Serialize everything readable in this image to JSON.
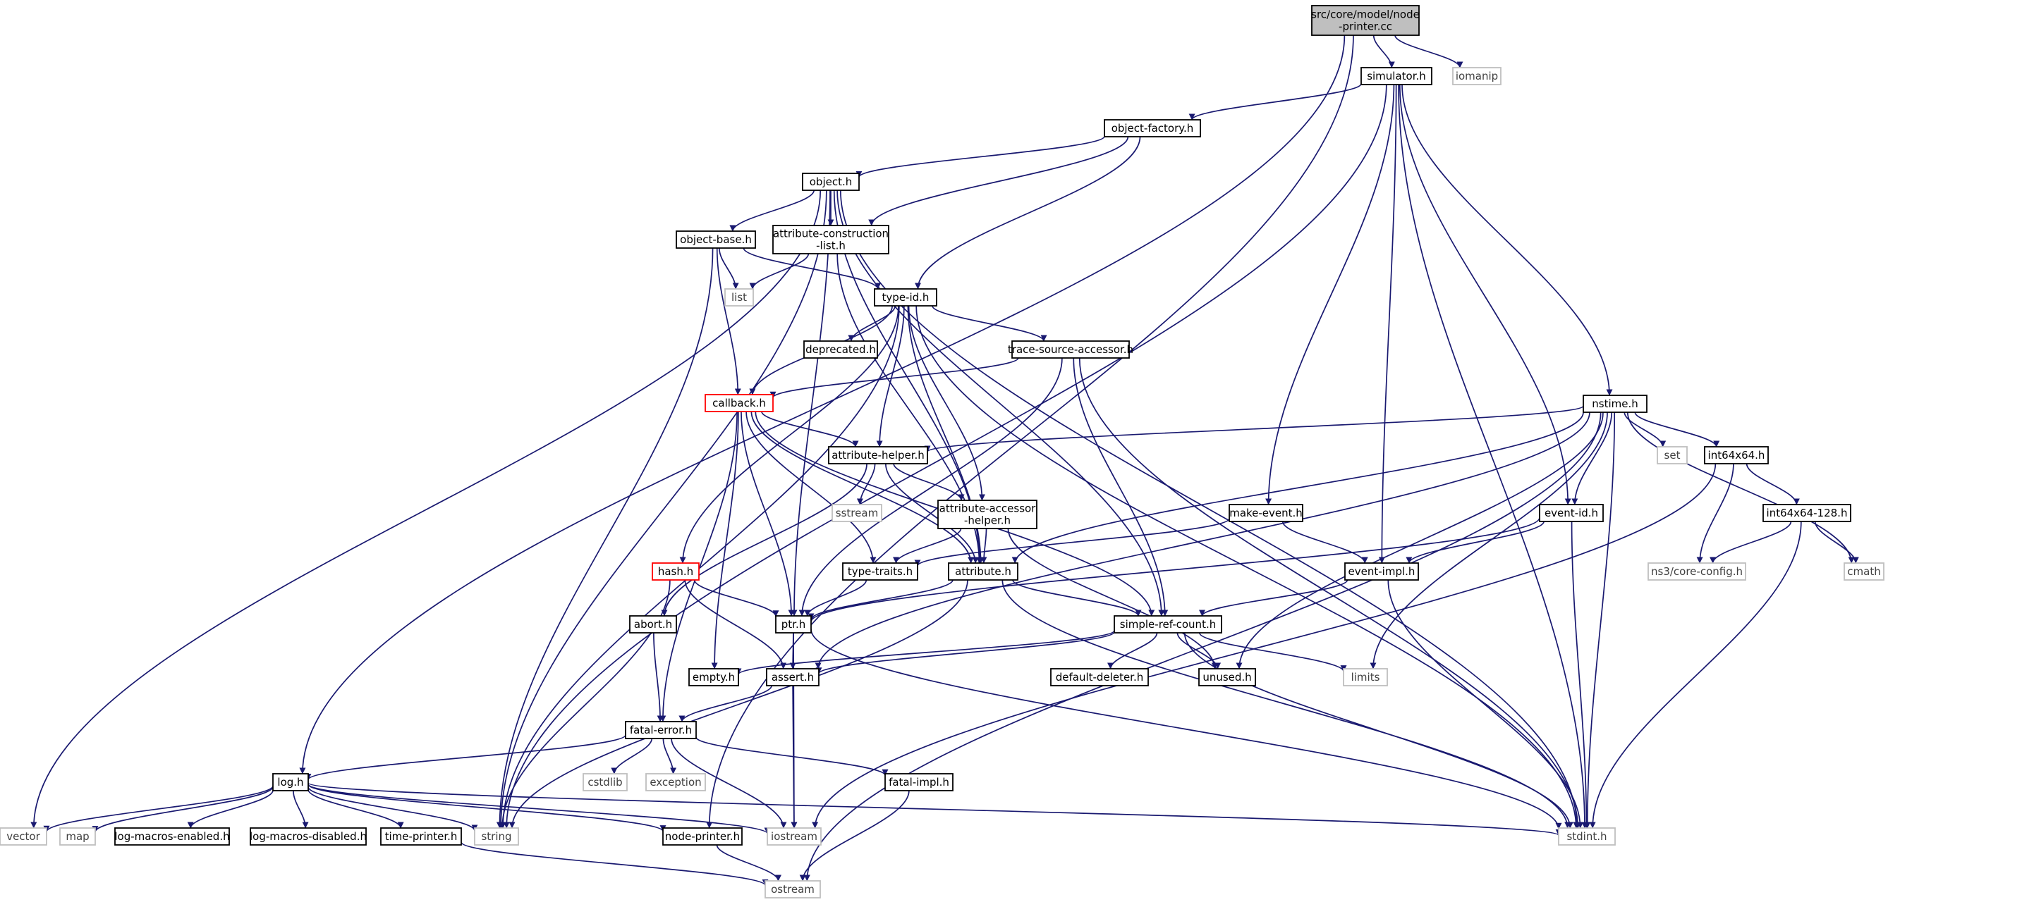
{
  "colors": {
    "edge": "#191970",
    "node_border": "#000000",
    "external_border": "#bfbfbf",
    "root_fill": "#bfbfbf",
    "truncated_border": "#ff0000",
    "external_text": "#404040",
    "text": "#000000"
  },
  "nodes": [
    {
      "id": "root",
      "label": [
        "src/core/model/node",
        "-printer.cc"
      ],
      "kind": "root"
    },
    {
      "id": "simulator",
      "label": [
        "simulator.h"
      ],
      "kind": "normal"
    },
    {
      "id": "iomanip",
      "label": [
        "iomanip"
      ],
      "kind": "external"
    },
    {
      "id": "object-factory",
      "label": [
        "object-factory.h"
      ],
      "kind": "normal"
    },
    {
      "id": "object",
      "label": [
        "object.h"
      ],
      "kind": "normal"
    },
    {
      "id": "object-base",
      "label": [
        "object-base.h"
      ],
      "kind": "normal"
    },
    {
      "id": "attr-construction",
      "label": [
        "attribute-construction",
        "-list.h"
      ],
      "kind": "normal"
    },
    {
      "id": "list",
      "label": [
        "list"
      ],
      "kind": "external"
    },
    {
      "id": "type-id",
      "label": [
        "type-id.h"
      ],
      "kind": "normal"
    },
    {
      "id": "deprecated",
      "label": [
        "deprecated.h"
      ],
      "kind": "normal"
    },
    {
      "id": "trace-source",
      "label": [
        "trace-source-accessor.h"
      ],
      "kind": "normal"
    },
    {
      "id": "callback",
      "label": [
        "callback.h"
      ],
      "kind": "truncated"
    },
    {
      "id": "attribute-helper",
      "label": [
        "attribute-helper.h"
      ],
      "kind": "normal"
    },
    {
      "id": "sstream",
      "label": [
        "sstream"
      ],
      "kind": "external"
    },
    {
      "id": "attr-accessor",
      "label": [
        "attribute-accessor",
        "-helper.h"
      ],
      "kind": "normal"
    },
    {
      "id": "hash",
      "label": [
        "hash.h"
      ],
      "kind": "truncated"
    },
    {
      "id": "type-traits",
      "label": [
        "type-traits.h"
      ],
      "kind": "normal"
    },
    {
      "id": "attribute",
      "label": [
        "attribute.h"
      ],
      "kind": "normal"
    },
    {
      "id": "make-event",
      "label": [
        "make-event.h"
      ],
      "kind": "normal"
    },
    {
      "id": "event-impl",
      "label": [
        "event-impl.h"
      ],
      "kind": "normal"
    },
    {
      "id": "event-id",
      "label": [
        "event-id.h"
      ],
      "kind": "normal"
    },
    {
      "id": "nstime",
      "label": [
        "nstime.h"
      ],
      "kind": "normal"
    },
    {
      "id": "set",
      "label": [
        "set"
      ],
      "kind": "external"
    },
    {
      "id": "int64x64",
      "label": [
        "int64x64.h"
      ],
      "kind": "normal"
    },
    {
      "id": "int64x64-128",
      "label": [
        "int64x64-128.h"
      ],
      "kind": "normal"
    },
    {
      "id": "core-config",
      "label": [
        "ns3/core-config.h"
      ],
      "kind": "external"
    },
    {
      "id": "cmath",
      "label": [
        "cmath"
      ],
      "kind": "external"
    },
    {
      "id": "abort",
      "label": [
        "abort.h"
      ],
      "kind": "normal"
    },
    {
      "id": "ptr",
      "label": [
        "ptr.h"
      ],
      "kind": "normal"
    },
    {
      "id": "simple-ref-count",
      "label": [
        "simple-ref-count.h"
      ],
      "kind": "normal"
    },
    {
      "id": "empty",
      "label": [
        "empty.h"
      ],
      "kind": "normal"
    },
    {
      "id": "assert",
      "label": [
        "assert.h"
      ],
      "kind": "normal"
    },
    {
      "id": "default-deleter",
      "label": [
        "default-deleter.h"
      ],
      "kind": "normal"
    },
    {
      "id": "unused",
      "label": [
        "unused.h"
      ],
      "kind": "normal"
    },
    {
      "id": "limits",
      "label": [
        "limits"
      ],
      "kind": "external"
    },
    {
      "id": "fatal-error",
      "label": [
        "fatal-error.h"
      ],
      "kind": "normal"
    },
    {
      "id": "cstdlib",
      "label": [
        "cstdlib"
      ],
      "kind": "external"
    },
    {
      "id": "exception",
      "label": [
        "exception"
      ],
      "kind": "external"
    },
    {
      "id": "fatal-impl",
      "label": [
        "fatal-impl.h"
      ],
      "kind": "normal"
    },
    {
      "id": "log",
      "label": [
        "log.h"
      ],
      "kind": "normal"
    },
    {
      "id": "vector",
      "label": [
        "vector"
      ],
      "kind": "external"
    },
    {
      "id": "map",
      "label": [
        "map"
      ],
      "kind": "external"
    },
    {
      "id": "log-macros-enabled",
      "label": [
        "log-macros-enabled.h"
      ],
      "kind": "normal"
    },
    {
      "id": "log-macros-disabled",
      "label": [
        "log-macros-disabled.h"
      ],
      "kind": "normal"
    },
    {
      "id": "time-printer",
      "label": [
        "time-printer.h"
      ],
      "kind": "normal"
    },
    {
      "id": "string",
      "label": [
        "string"
      ],
      "kind": "external"
    },
    {
      "id": "node-printer",
      "label": [
        "node-printer.h"
      ],
      "kind": "normal"
    },
    {
      "id": "iostream",
      "label": [
        "iostream"
      ],
      "kind": "external"
    },
    {
      "id": "stdint",
      "label": [
        "stdint.h"
      ],
      "kind": "external"
    },
    {
      "id": "ostream",
      "label": [
        "ostream"
      ],
      "kind": "external"
    }
  ],
  "edges": [
    [
      "root",
      "simulator"
    ],
    [
      "root",
      "iomanip"
    ],
    [
      "root",
      "log"
    ],
    [
      "root",
      "node-printer"
    ],
    [
      "simulator",
      "object-factory"
    ],
    [
      "simulator",
      "make-event"
    ],
    [
      "simulator",
      "event-impl"
    ],
    [
      "simulator",
      "event-id"
    ],
    [
      "simulator",
      "nstime"
    ],
    [
      "simulator",
      "stdint"
    ],
    [
      "simulator",
      "string"
    ],
    [
      "object-factory",
      "object"
    ],
    [
      "object-factory",
      "attr-construction"
    ],
    [
      "object-factory",
      "type-id"
    ],
    [
      "object",
      "object-base"
    ],
    [
      "object",
      "attr-construction"
    ],
    [
      "object",
      "ptr"
    ],
    [
      "object",
      "attribute"
    ],
    [
      "object",
      "simple-ref-count"
    ],
    [
      "object",
      "vector"
    ],
    [
      "object",
      "string"
    ],
    [
      "object",
      "stdint"
    ],
    [
      "object-base",
      "list"
    ],
    [
      "object-base",
      "type-id"
    ],
    [
      "object-base",
      "callback"
    ],
    [
      "object-base",
      "string"
    ],
    [
      "attr-construction",
      "list"
    ],
    [
      "attr-construction",
      "attribute"
    ],
    [
      "type-id",
      "deprecated"
    ],
    [
      "type-id",
      "trace-source"
    ],
    [
      "type-id",
      "callback"
    ],
    [
      "type-id",
      "attribute-helper"
    ],
    [
      "type-id",
      "attr-accessor"
    ],
    [
      "type-id",
      "hash"
    ],
    [
      "type-id",
      "attribute"
    ],
    [
      "type-id",
      "string"
    ],
    [
      "type-id",
      "stdint"
    ],
    [
      "trace-source",
      "callback"
    ],
    [
      "trace-source",
      "ptr"
    ],
    [
      "trace-source",
      "simple-ref-count"
    ],
    [
      "trace-source",
      "stdint"
    ],
    [
      "callback",
      "attribute-helper"
    ],
    [
      "callback",
      "type-traits"
    ],
    [
      "callback",
      "attribute"
    ],
    [
      "callback",
      "ptr"
    ],
    [
      "callback",
      "simple-ref-count"
    ],
    [
      "callback",
      "empty"
    ],
    [
      "callback",
      "fatal-error"
    ],
    [
      "attribute-helper",
      "sstream"
    ],
    [
      "attribute-helper",
      "attr-accessor"
    ],
    [
      "attribute-helper",
      "attribute"
    ],
    [
      "attribute-helper",
      "abort"
    ],
    [
      "attr-accessor",
      "type-traits"
    ],
    [
      "attr-accessor",
      "attribute"
    ],
    [
      "attr-accessor",
      "unused"
    ],
    [
      "hash",
      "ptr"
    ],
    [
      "hash",
      "assert"
    ],
    [
      "hash",
      "string"
    ],
    [
      "type-traits",
      "ptr"
    ],
    [
      "attribute",
      "ptr"
    ],
    [
      "attribute",
      "simple-ref-count"
    ],
    [
      "attribute",
      "string"
    ],
    [
      "attribute",
      "stdint"
    ],
    [
      "make-event",
      "type-traits"
    ],
    [
      "make-event",
      "event-impl"
    ],
    [
      "event-impl",
      "simple-ref-count"
    ],
    [
      "event-impl",
      "stdint"
    ],
    [
      "event-id",
      "event-impl"
    ],
    [
      "event-id",
      "ptr"
    ],
    [
      "event-id",
      "stdint"
    ],
    [
      "nstime",
      "attribute-helper"
    ],
    [
      "nstime",
      "attribute"
    ],
    [
      "nstime",
      "event-id"
    ],
    [
      "nstime",
      "set"
    ],
    [
      "nstime",
      "int64x64"
    ],
    [
      "nstime",
      "cmath"
    ],
    [
      "nstime",
      "assert"
    ],
    [
      "nstime",
      "unused"
    ],
    [
      "nstime",
      "limits"
    ],
    [
      "nstime",
      "stdint"
    ],
    [
      "nstime",
      "ostream"
    ],
    [
      "int64x64",
      "int64x64-128"
    ],
    [
      "int64x64",
      "core-config"
    ],
    [
      "int64x64",
      "iostream"
    ],
    [
      "int64x64-128",
      "core-config"
    ],
    [
      "int64x64-128",
      "cmath"
    ],
    [
      "int64x64-128",
      "stdint"
    ],
    [
      "abort",
      "fatal-error"
    ],
    [
      "ptr",
      "assert"
    ],
    [
      "ptr",
      "iostream"
    ],
    [
      "ptr",
      "stdint"
    ],
    [
      "simple-ref-count",
      "empty"
    ],
    [
      "simple-ref-count",
      "assert"
    ],
    [
      "simple-ref-count",
      "default-deleter"
    ],
    [
      "simple-ref-count",
      "unused"
    ],
    [
      "simple-ref-count",
      "limits"
    ],
    [
      "simple-ref-count",
      "stdint"
    ],
    [
      "assert",
      "fatal-error"
    ],
    [
      "assert",
      "iostream"
    ],
    [
      "fatal-error",
      "cstdlib"
    ],
    [
      "fatal-error",
      "exception"
    ],
    [
      "fatal-error",
      "fatal-impl"
    ],
    [
      "fatal-error",
      "log"
    ],
    [
      "fatal-error",
      "iostream"
    ],
    [
      "fatal-impl",
      "ostream"
    ],
    [
      "log",
      "vector"
    ],
    [
      "log",
      "map"
    ],
    [
      "log",
      "log-macros-enabled"
    ],
    [
      "log",
      "log-macros-disabled"
    ],
    [
      "log",
      "time-printer"
    ],
    [
      "log",
      "string"
    ],
    [
      "log",
      "node-printer"
    ],
    [
      "log",
      "iostream"
    ],
    [
      "log",
      "stdint"
    ],
    [
      "time-printer",
      "ostream"
    ],
    [
      "node-printer",
      "ostream"
    ]
  ]
}
